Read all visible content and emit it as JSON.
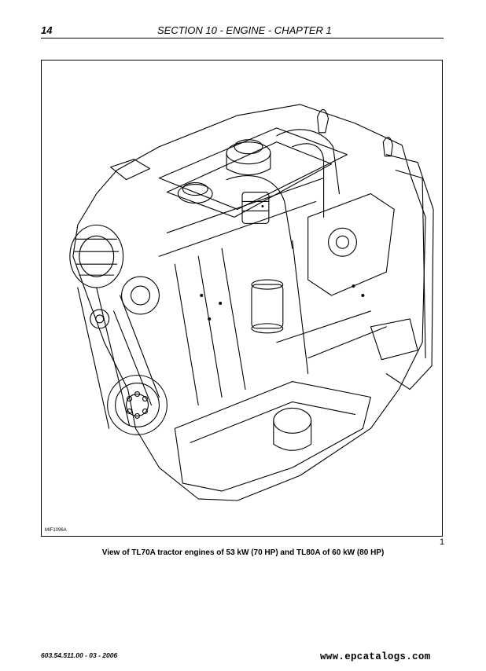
{
  "header": {
    "page_number": "14",
    "title": "SECTION 10 - ENGINE - CHAPTER 1"
  },
  "figure": {
    "image_code": "MIF1096A",
    "number": "1",
    "caption": "View of TL70A tractor engines of 53 kW (70 HP) and TL80A of 60 kW (80 HP)"
  },
  "footer": {
    "doc_ref": "603.54.511.00 - 03 - 2006",
    "watermark_url": "www.epcatalogs.com"
  }
}
